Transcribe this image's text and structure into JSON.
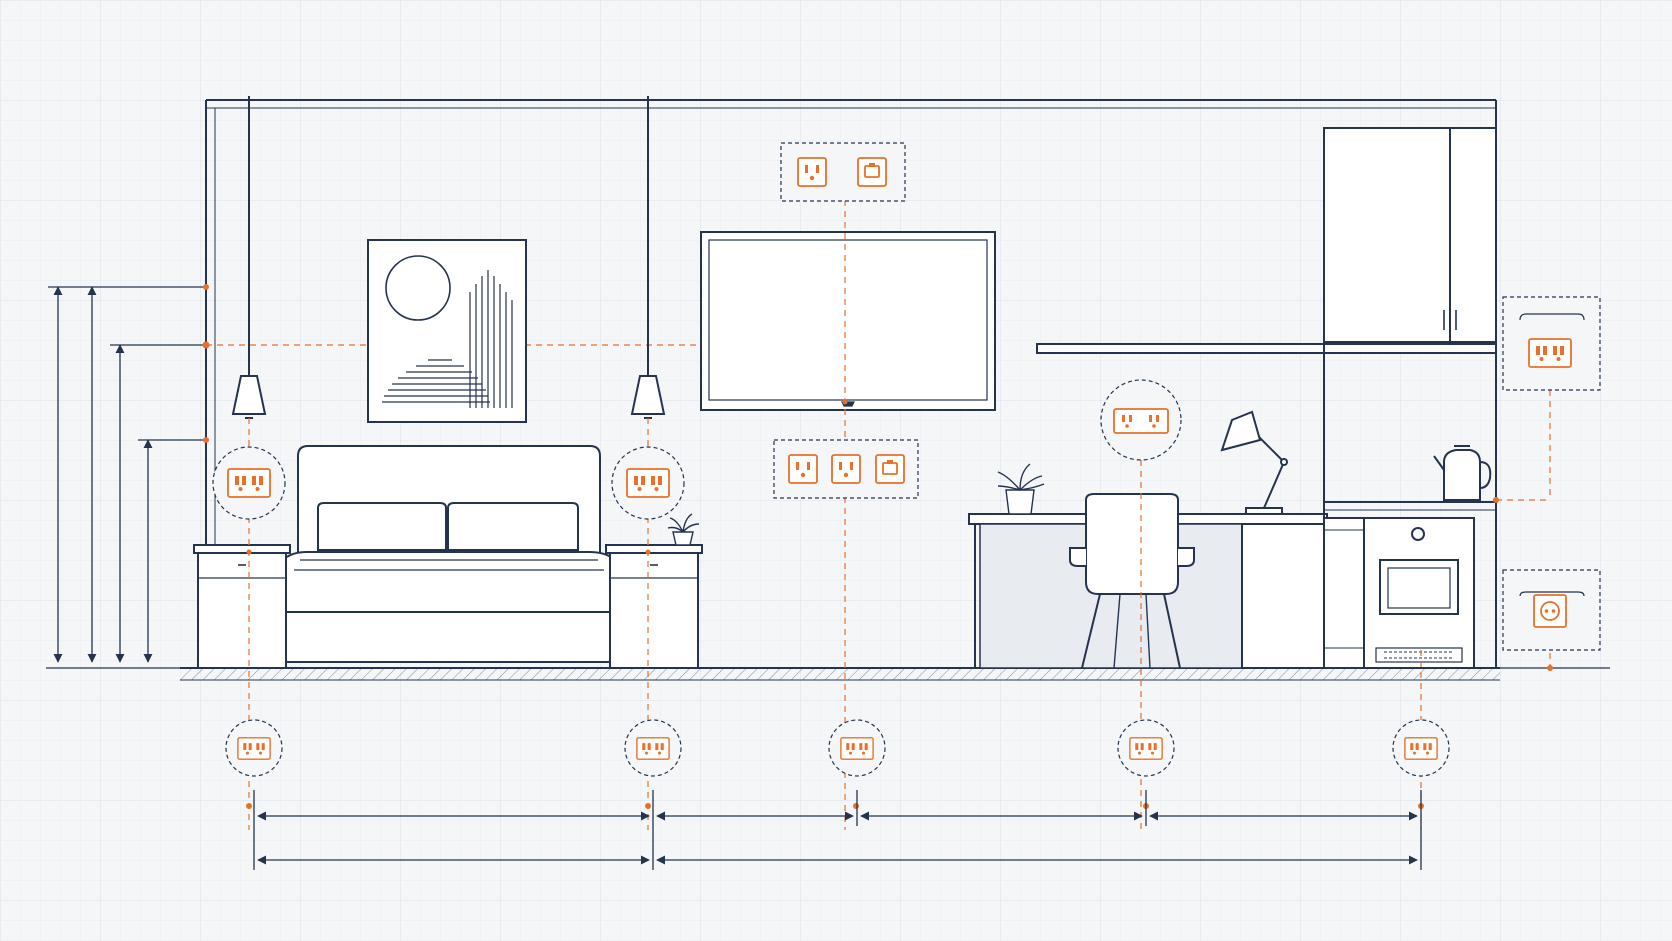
{
  "drawing": {
    "kind": "wall elevation with outlet placement",
    "colors": {
      "paper": "#f4f6f8",
      "grid": "#e1e6ec",
      "line": "#24344f",
      "accent": "#e8702a",
      "fill": "#ffffff",
      "shade": "#e8ebf0"
    },
    "rooms": [
      "bedroom",
      "living area",
      "workspace",
      "kitchenette"
    ],
    "outlet_icon": "power-outlet-icon",
    "data_outlet_icon": "data-outlet-icon",
    "wall_outlet_groups": [
      {
        "name": "bedside-left-outlet",
        "style": "duplex",
        "enclosure": "dashed-circle"
      },
      {
        "name": "bedside-right-outlet",
        "style": "duplex",
        "enclosure": "dashed-circle"
      },
      {
        "name": "tv-upper-outlet-box",
        "style": "power + data",
        "enclosure": "dashed-box"
      },
      {
        "name": "tv-lower-outlet-box",
        "style": "power + power + data",
        "enclosure": "dashed-box"
      },
      {
        "name": "desk-outlet",
        "style": "power strip",
        "enclosure": "dashed-circle"
      },
      {
        "name": "kitchen-counter-outlet",
        "style": "duplex",
        "enclosure": "dashed-box"
      },
      {
        "name": "oven-outlet",
        "style": "single",
        "enclosure": "dashed-box"
      }
    ],
    "floor_outlets": 5,
    "height_markers": 4,
    "spacing_segments": 6
  }
}
